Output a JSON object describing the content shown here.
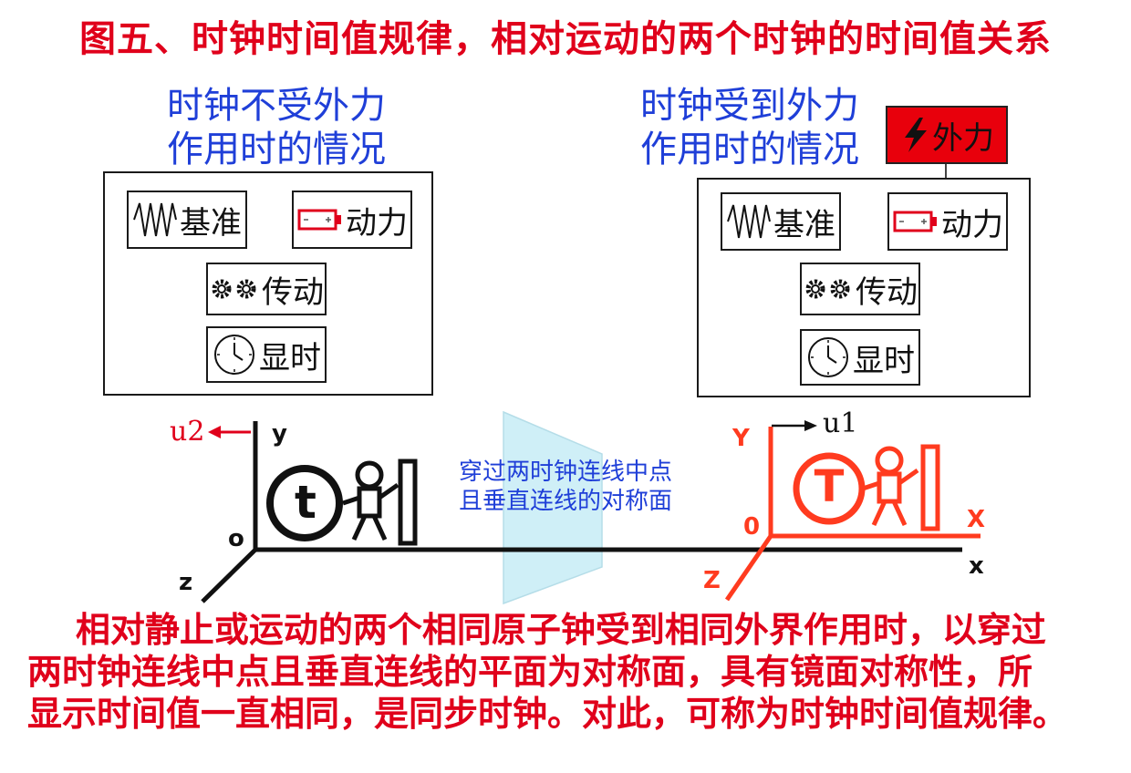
{
  "title": "图五、时钟时间值规律，相对运动的两个时钟的时间值关系",
  "left_panel": {
    "heading": "时钟不受外力\n作用时的情况",
    "base_label": "基准",
    "power_label": "动力",
    "drive_label": "传动",
    "display_label": "显时"
  },
  "right_panel": {
    "heading": "时钟受到外力\n作用时的情况",
    "force_label": "外力",
    "base_label": "基准",
    "power_label": "动力",
    "drive_label": "传动",
    "display_label": "显时"
  },
  "scene": {
    "left_frame": {
      "velocity": "u2",
      "y_axis": "y",
      "origin": "o",
      "z_axis": "z",
      "x_axis": "x",
      "clock_letter": "t"
    },
    "right_frame": {
      "velocity": "u1",
      "y_axis": "Y",
      "origin": "0",
      "z_axis": "Z",
      "x_axis": "X",
      "clock_letter": "T"
    },
    "plane_note": "穿过两时钟连线中点\n且垂直连线的对称面"
  },
  "paragraph": "    相对静止或运动的两个相同原子钟受到相同外界作用时，以穿过\n两时钟连线中点且垂直连线的平面为对称面，具有镜面对称性，所\n显示时间值一直相同，是同步时钟。对此，可称为时钟时间值规律。",
  "colors": {
    "title_red": "#e0001b",
    "heading_blue": "#1f3fd8",
    "frame_orange": "#ff3b1f",
    "force_red": "#e8000c",
    "plane": "#cfeff7"
  }
}
